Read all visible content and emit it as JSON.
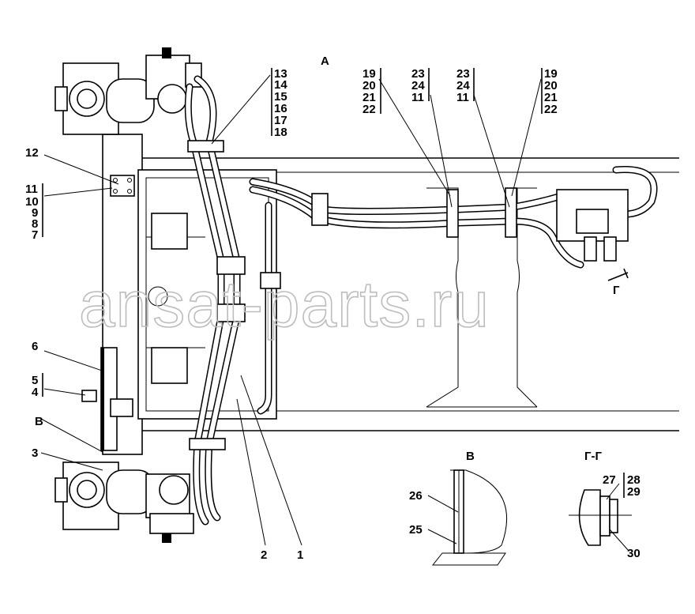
{
  "watermark": "ansat-parts.ru",
  "sections": {
    "view_a": "А",
    "view_b": "В",
    "view_g": "Г",
    "section_gg": "Г-Г",
    "section_b": "В"
  },
  "callouts": {
    "c1": "1",
    "c2": "2",
    "c3": "3",
    "c4": "4",
    "c5": "5",
    "c6": "6",
    "c7": "7",
    "c8": "8",
    "c9": "9",
    "c10": "10",
    "c11": "11",
    "c12": "12",
    "c13": "13",
    "c14": "14",
    "c15": "15",
    "c16": "16",
    "c17": "17",
    "c18": "18",
    "c19": "19",
    "c20": "20",
    "c21": "21",
    "c22": "22",
    "c23": "23",
    "c24": "24",
    "c11b": "11",
    "c23b": "23",
    "c24b": "24",
    "c11c": "11",
    "c19b": "19",
    "c20b": "20",
    "c21b": "21",
    "c22b": "22",
    "c25": "25",
    "c26": "26",
    "c27": "27",
    "c28": "28",
    "c29": "29",
    "c30": "30"
  }
}
